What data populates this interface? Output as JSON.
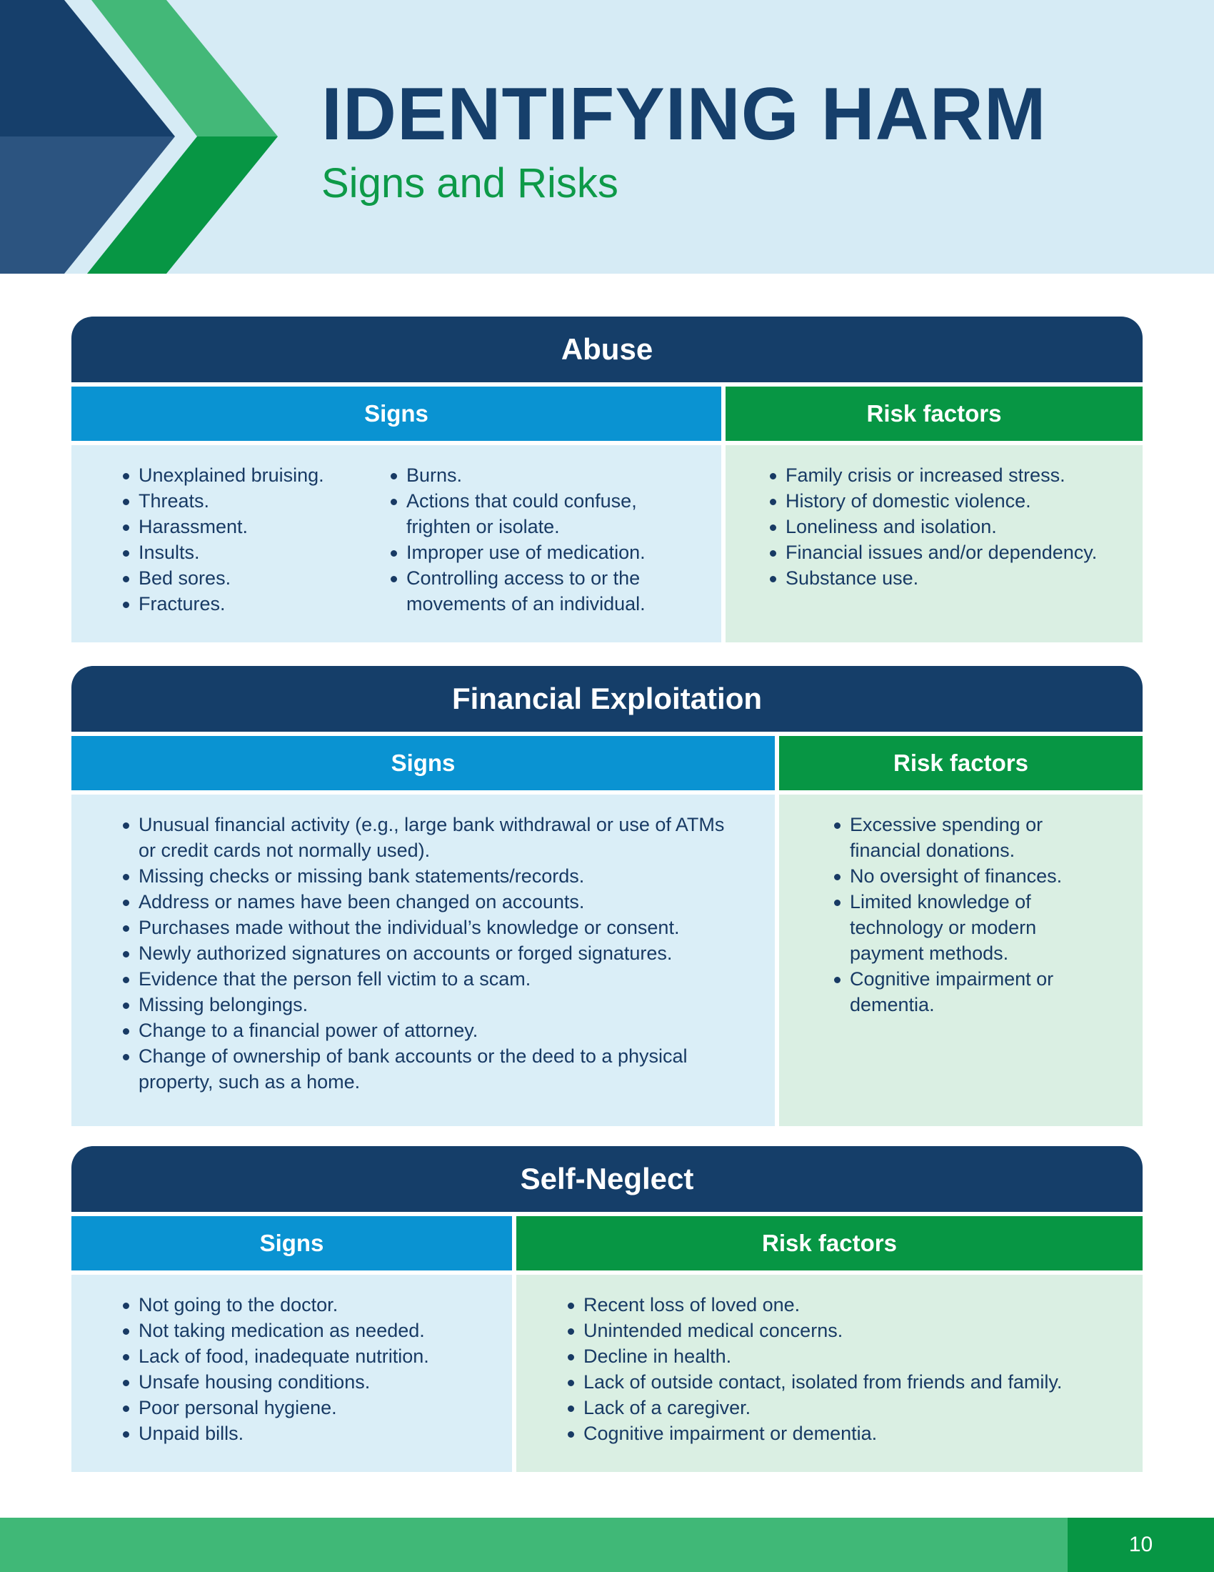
{
  "header": {
    "title": "IDENTIFYING HARM",
    "subtitle": "Signs and Risks"
  },
  "colors": {
    "navy": "#153e69",
    "blue": "#0a93d2",
    "green": "#079644",
    "light_blue": "#daeef7",
    "light_green": "#daefe3",
    "header_bg": "#d6ebf5",
    "footer_green": "#40b877"
  },
  "sections": {
    "abuse": {
      "title": "Abuse",
      "signs_label": "Signs",
      "risks_label": "Risk factors",
      "signs_col1": [
        "Unexplained bruising.",
        "Threats.",
        "Harassment.",
        "Insults.",
        "Bed sores.",
        "Fractures."
      ],
      "signs_col2": [
        "Burns.",
        "Actions that could confuse, frighten or isolate.",
        "Improper use of medication.",
        "Controlling access to or the movements of an individual."
      ],
      "risks": [
        "Family crisis or increased stress.",
        "History of domestic violence.",
        "Loneliness and isolation.",
        "Financial issues and/or dependency.",
        "Substance use."
      ]
    },
    "financial": {
      "title": "Financial Exploitation",
      "signs_label": "Signs",
      "risks_label": "Risk factors",
      "signs": [
        "Unusual financial activity (e.g., large bank withdrawal or use of ATMs or credit cards not normally used).",
        "Missing checks or missing bank statements/records.",
        "Address or names have been changed on accounts.",
        "Purchases made without the individual’s knowledge or consent.",
        "Newly authorized signatures on accounts or forged signatures.",
        "Evidence that the person fell victim to a scam.",
        "Missing belongings.",
        "Change to a financial power of attorney.",
        "Change of ownership of bank accounts or the deed to a physical property, such as a home."
      ],
      "risks": [
        "Excessive spending or financial donations.",
        "No oversight of finances.",
        "Limited knowledge of technology or modern payment methods.",
        "Cognitive impairment or dementia."
      ]
    },
    "self_neglect": {
      "title": "Self-Neglect",
      "signs_label": "Signs",
      "risks_label": "Risk factors",
      "signs": [
        "Not going to the doctor.",
        "Not taking medication as needed.",
        "Lack of food, inadequate nutrition.",
        "Unsafe housing conditions.",
        "Poor personal hygiene.",
        "Unpaid bills."
      ],
      "risks": [
        "Recent loss of loved one.",
        "Unintended medical concerns.",
        "Decline in health.",
        "Lack of outside contact, isolated from friends and family.",
        "Lack of a caregiver.",
        "Cognitive impairment or dementia."
      ]
    }
  },
  "footer": {
    "page_number": "10"
  }
}
